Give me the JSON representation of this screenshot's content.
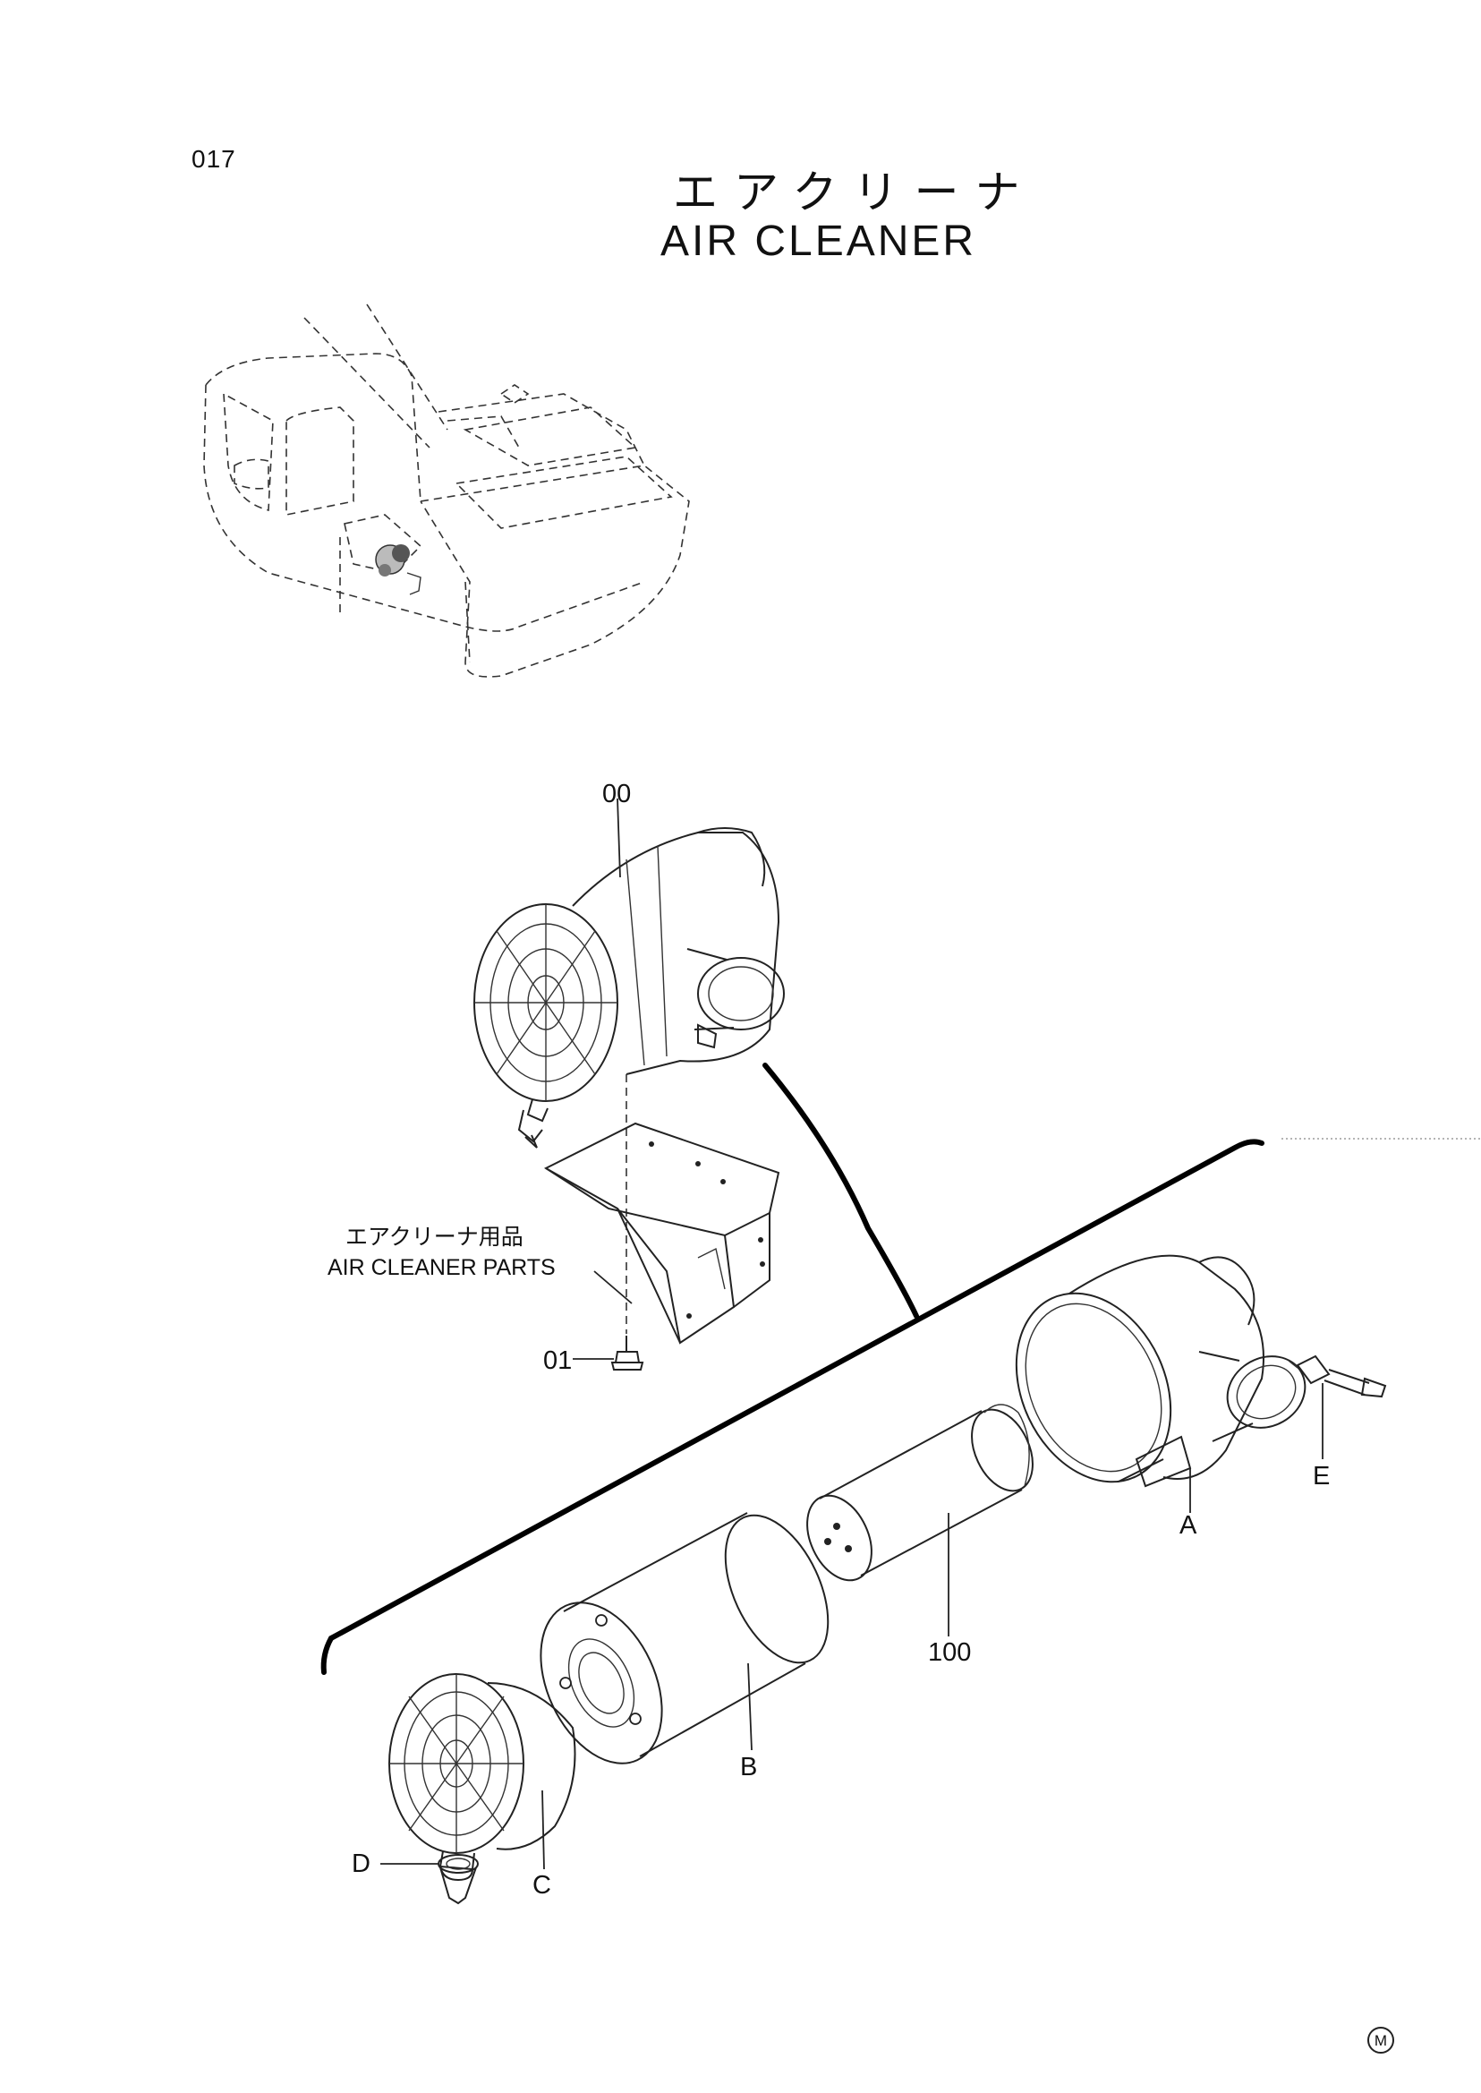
{
  "page_number": "017",
  "title": {
    "jp": "エアクリーナ",
    "en": "AIR CLEANER"
  },
  "parts_note": {
    "jp": "エアクリーナ用品",
    "en": "AIR CLEANER PARTS"
  },
  "callouts": {
    "assembly": "00",
    "bolt": "01",
    "element_inner": "100",
    "housing": "A",
    "element_outer": "B",
    "cover": "C",
    "valve": "D",
    "indicator": "E"
  },
  "corner_mark": "M"
}
